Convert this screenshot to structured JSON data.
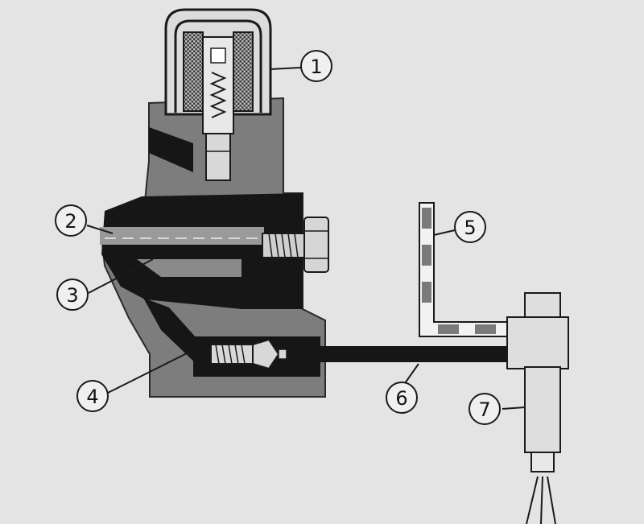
{
  "callouts": [
    {
      "id": "1",
      "label": "1"
    },
    {
      "id": "2",
      "label": "2"
    },
    {
      "id": "3",
      "label": "3"
    },
    {
      "id": "4",
      "label": "4"
    },
    {
      "id": "5",
      "label": "5"
    },
    {
      "id": "6",
      "label": "6"
    },
    {
      "id": "7",
      "label": "7"
    }
  ],
  "colors": {
    "background": "#e4e4e4",
    "housing": "#7d7d7d",
    "channel": "#161616",
    "light_part": "#d8d8d8",
    "outline": "#141414"
  }
}
